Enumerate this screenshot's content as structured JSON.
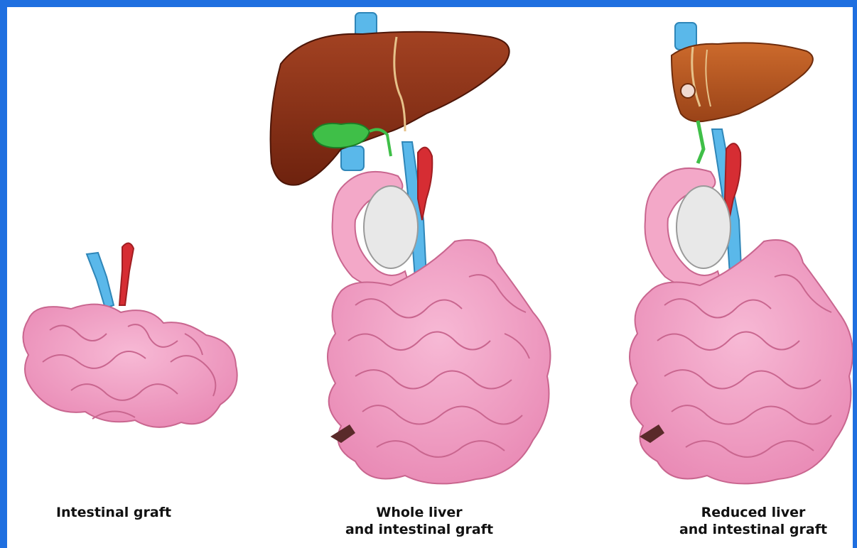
{
  "panels": [
    {
      "caption_line1": "Intestinal graft",
      "caption_line2": ""
    },
    {
      "caption_line1": "Whole liver",
      "caption_line2": "and intestinal graft"
    },
    {
      "caption_line1": "Reduced liver",
      "caption_line2": "and intestinal graft"
    }
  ],
  "colors": {
    "frame": "#1f6fe0",
    "intestine": "#f09ac0",
    "intestine_outline": "#c9668f",
    "liver": "#8b2f14",
    "liver_reduced": "#b95a20",
    "vein": "#5ab8ea",
    "artery": "#d62d33",
    "bile": "#3fbf48",
    "pancreas_area": "#e8e8e8"
  }
}
